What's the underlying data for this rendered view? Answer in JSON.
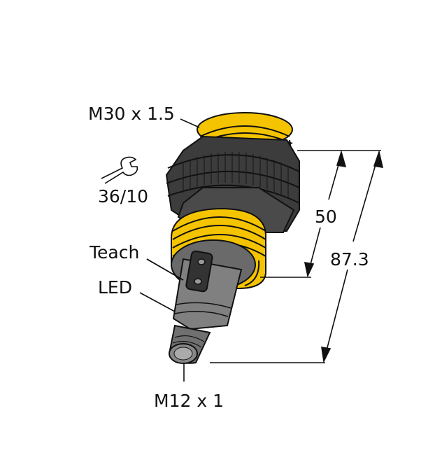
{
  "diagram": {
    "subject": "cylindrical sensor with M12 connector",
    "labels": {
      "thread": "M30 x 1.5",
      "wrench_size": "36/10",
      "teach": "Teach",
      "led": "LED",
      "connector": "M12 x 1"
    },
    "dimensions": {
      "body_length": "50",
      "overall_length": "87.3"
    },
    "icons": {
      "wrench": "wrench-icon"
    },
    "colors": {
      "thread_yellow": "#f5c400",
      "body_dark": "#3c3c3c",
      "body_mid": "#555555",
      "housing_grey": "#808080",
      "outline": "#111111"
    }
  }
}
